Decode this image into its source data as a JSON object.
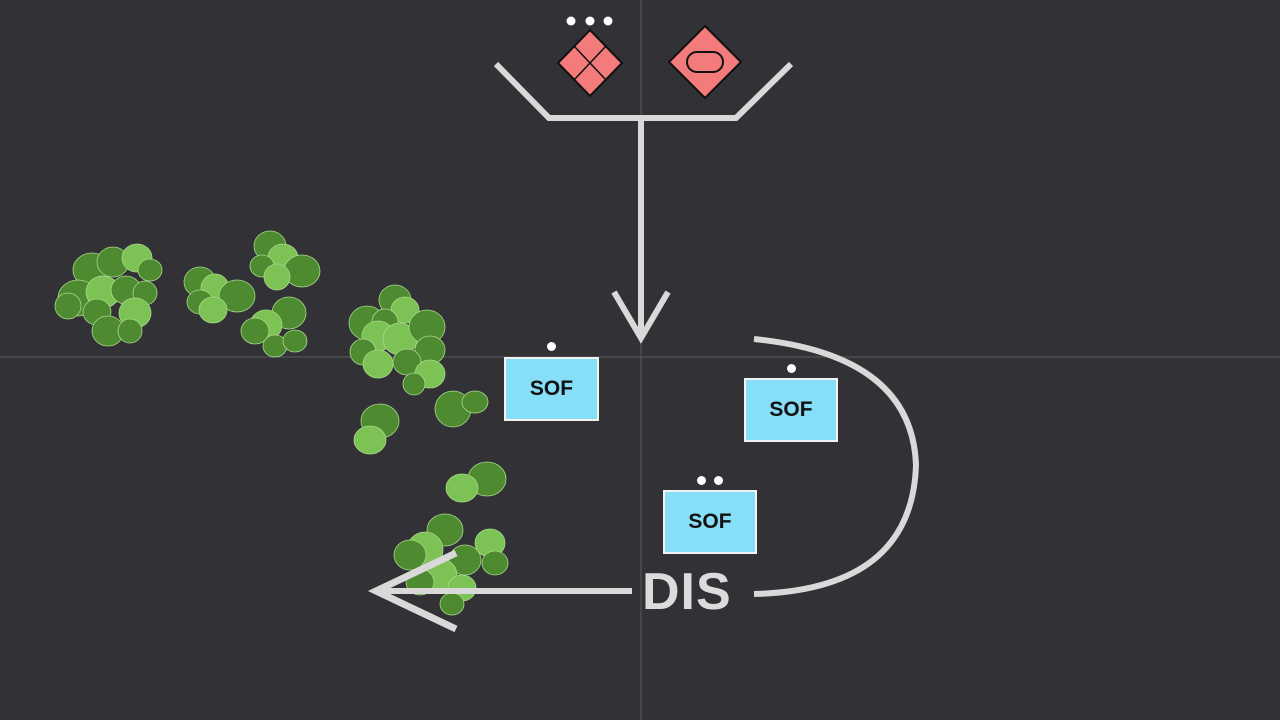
{
  "colors": {
    "background": "#323236",
    "gridline": "#5a5a60",
    "path": "#d9d9d9",
    "enemy_fill": "#f47b7b",
    "friendly_fill": "#86def7",
    "vegetation_dark": "#4e8a30",
    "vegetation_light": "#7cc254"
  },
  "enemy_units": [
    {
      "icon": "infantry-cross-diamond-icon"
    },
    {
      "icon": "armor-oval-diamond-icon"
    }
  ],
  "enemy_echelon_icon": "platoon-three-dots-icon",
  "friendly_units": [
    {
      "label": "SOF",
      "echelon_dots": 1
    },
    {
      "label": "SOF",
      "echelon_dots": 1
    },
    {
      "label": "SOF",
      "echelon_dots": 2
    }
  ],
  "task": {
    "label": "DIS"
  }
}
